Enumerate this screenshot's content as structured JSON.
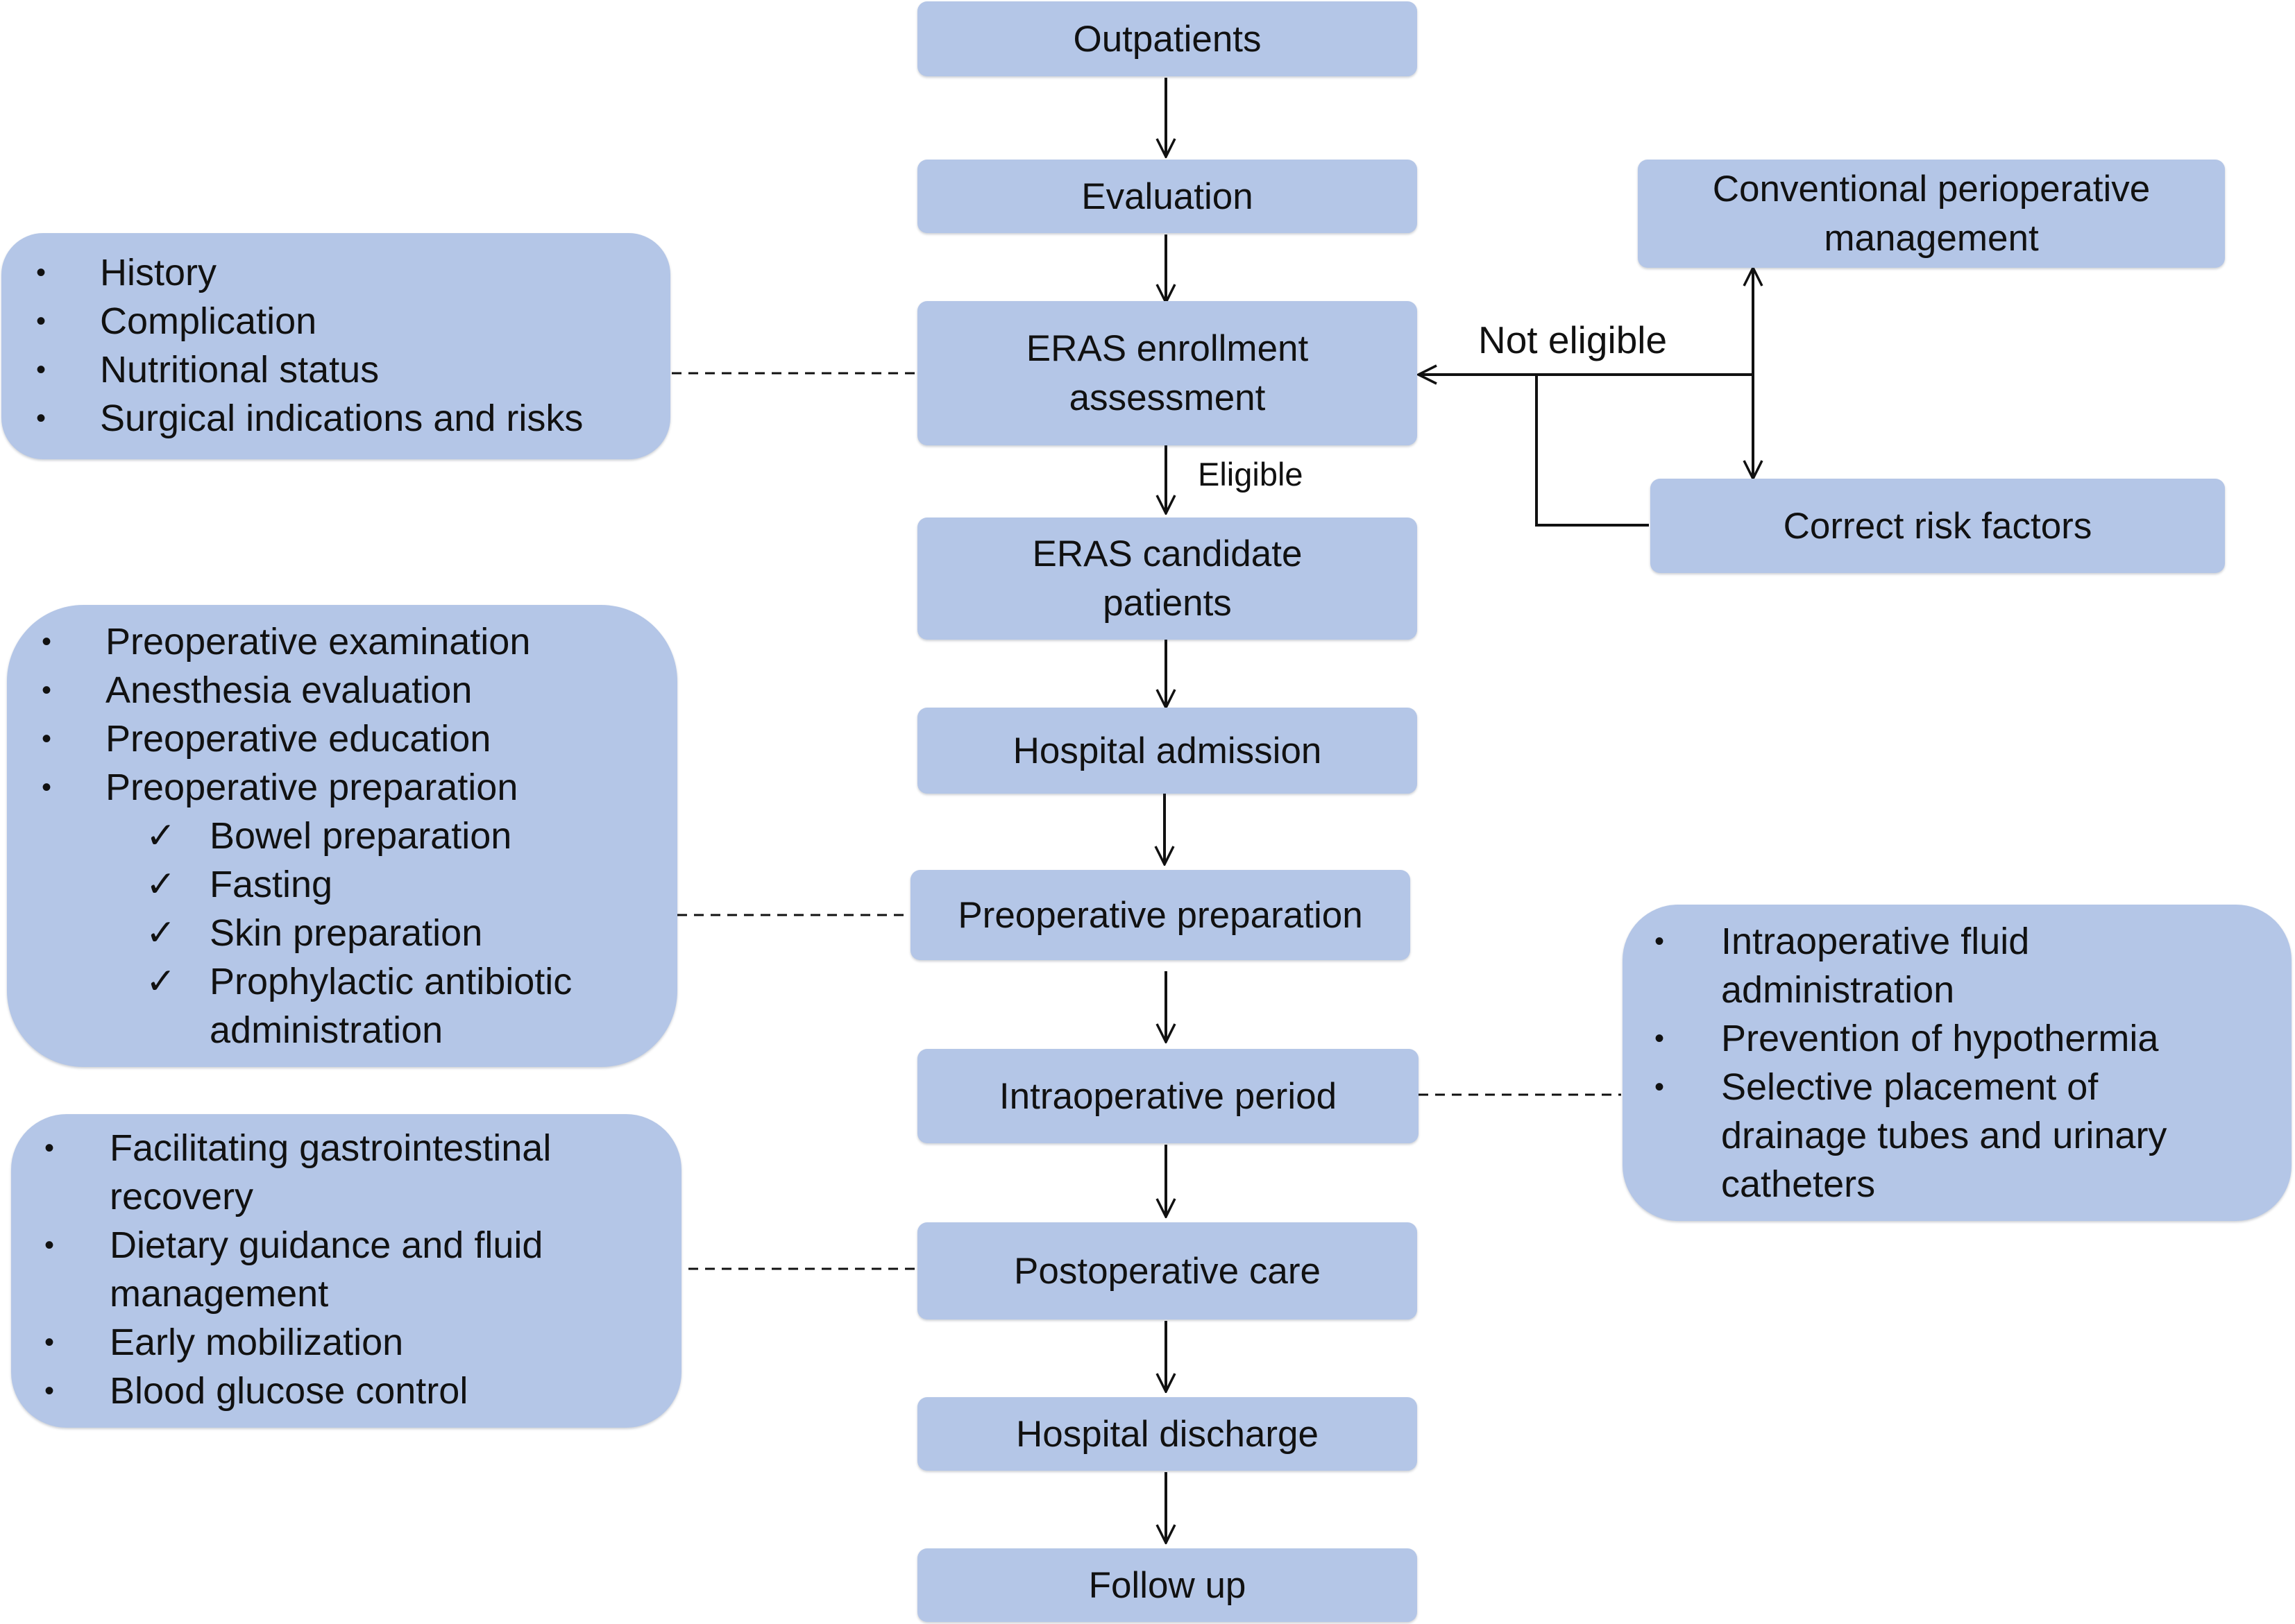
{
  "flow": {
    "outpatients": "Outpatients",
    "evaluation": "Evaluation",
    "eras_enrollment": [
      "ERAS enrollment",
      "assessment"
    ],
    "eras_candidate": [
      "ERAS candidate",
      "patients"
    ],
    "hospital_admission": "Hospital admission",
    "preoperative_preparation": "Preoperative preparation",
    "intraoperative_period": "Intraoperative period",
    "postoperative_care": "Postoperative care",
    "hospital_discharge": "Hospital discharge",
    "follow_up": "Follow up"
  },
  "right": {
    "conventional": [
      "Conventional perioperative",
      "management"
    ],
    "correct_risk": "Correct risk factors"
  },
  "edges": {
    "eligible": "Eligible",
    "not_eligible": "Not eligible"
  },
  "enrollment_notes": {
    "bullet": "•",
    "items": [
      "History",
      "Complication",
      "Nutritional status",
      "Surgical indications and risks"
    ]
  },
  "preop_notes": {
    "bullet": "•",
    "check": "✓",
    "items": [
      "Preoperative examination",
      "Anesthesia evaluation",
      "Preoperative education",
      "Preoperative preparation"
    ],
    "subitems": [
      "Bowel preparation",
      "Fasting",
      "Skin preparation",
      "Prophylactic antibiotic",
      "administration"
    ]
  },
  "postop_notes": {
    "bullet": "•",
    "items": [
      [
        "Facilitating gastrointestinal",
        "recovery"
      ],
      [
        "Dietary guidance and fluid",
        "management"
      ],
      [
        "Early mobilization"
      ],
      [
        "Blood glucose control"
      ]
    ]
  },
  "intraop_notes": {
    "bullet": "•",
    "items": [
      [
        "Intraoperative fluid",
        "administration"
      ],
      [
        "Prevention of hypothermia"
      ],
      [
        "Selective placement of",
        "drainage tubes and urinary",
        "catheters"
      ]
    ]
  },
  "colors": {
    "box_fill": "#b4c6e7",
    "line": "#111111"
  }
}
